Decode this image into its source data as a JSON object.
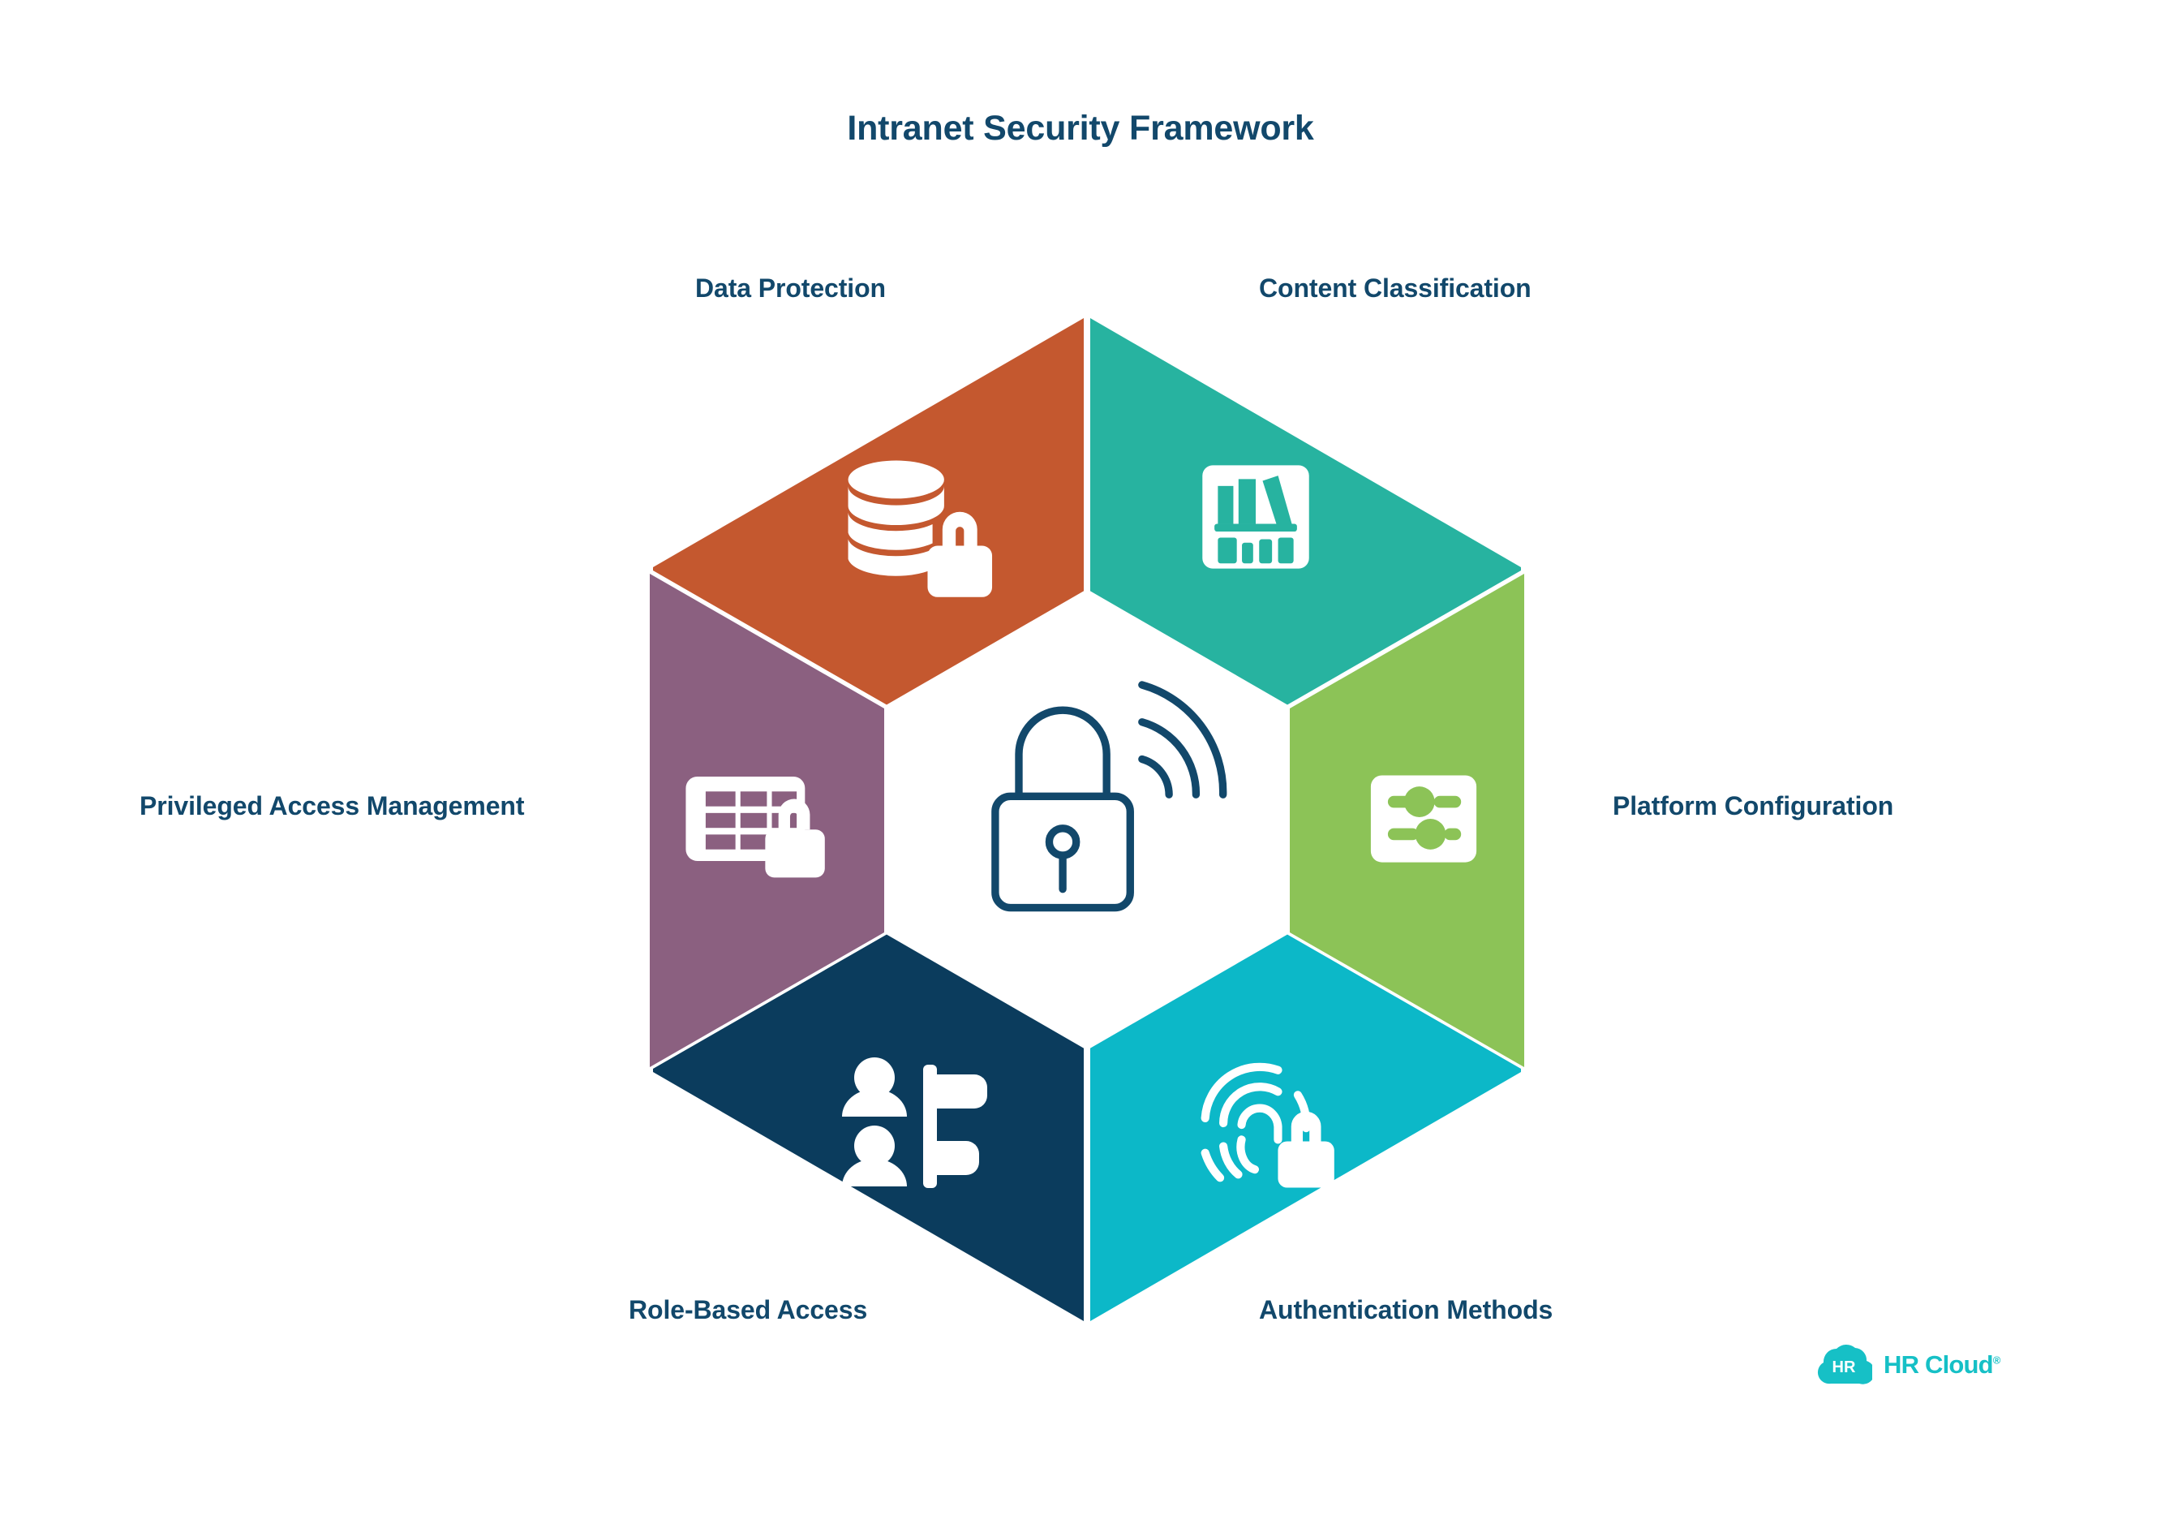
{
  "page": {
    "title": "Intranet Security Framework",
    "background": "#ffffff",
    "text_color": "#12486B"
  },
  "diagram": {
    "type": "hexagon-segmented",
    "center": {
      "icon": "padlock-wireless-icon",
      "icon_color": "#12486B",
      "fill": "#ffffff"
    },
    "segments": [
      {
        "id": "data-protection",
        "label": "Data Protection",
        "color": "#C4582F",
        "icon": "database-lock-icon",
        "position": "top-left"
      },
      {
        "id": "content-classification",
        "label": "Content Classification",
        "color": "#27B3A0",
        "icon": "bookshelf-icon",
        "position": "top-right"
      },
      {
        "id": "platform-configuration",
        "label": "Platform Configuration",
        "color": "#8CC357",
        "icon": "sliders-icon",
        "position": "right"
      },
      {
        "id": "authentication-methods",
        "label": "Authentication Methods",
        "color": "#0CB8C8",
        "icon": "fingerprint-lock-icon",
        "position": "bottom-right"
      },
      {
        "id": "role-based-access",
        "label": "Role-Based Access",
        "color": "#0B3C5D",
        "icon": "org-chart-people-icon",
        "position": "bottom-left"
      },
      {
        "id": "privileged-access-management",
        "label": "Privileged Access Management",
        "color": "#8B6080",
        "icon": "table-lock-icon",
        "position": "left"
      }
    ]
  },
  "branding": {
    "logo_mark": "hr-cloud-cloud-icon",
    "logo_mark_text": "HR",
    "logo_text": "HR Cloud",
    "registered_mark": "®",
    "color": "#16C0C6"
  }
}
